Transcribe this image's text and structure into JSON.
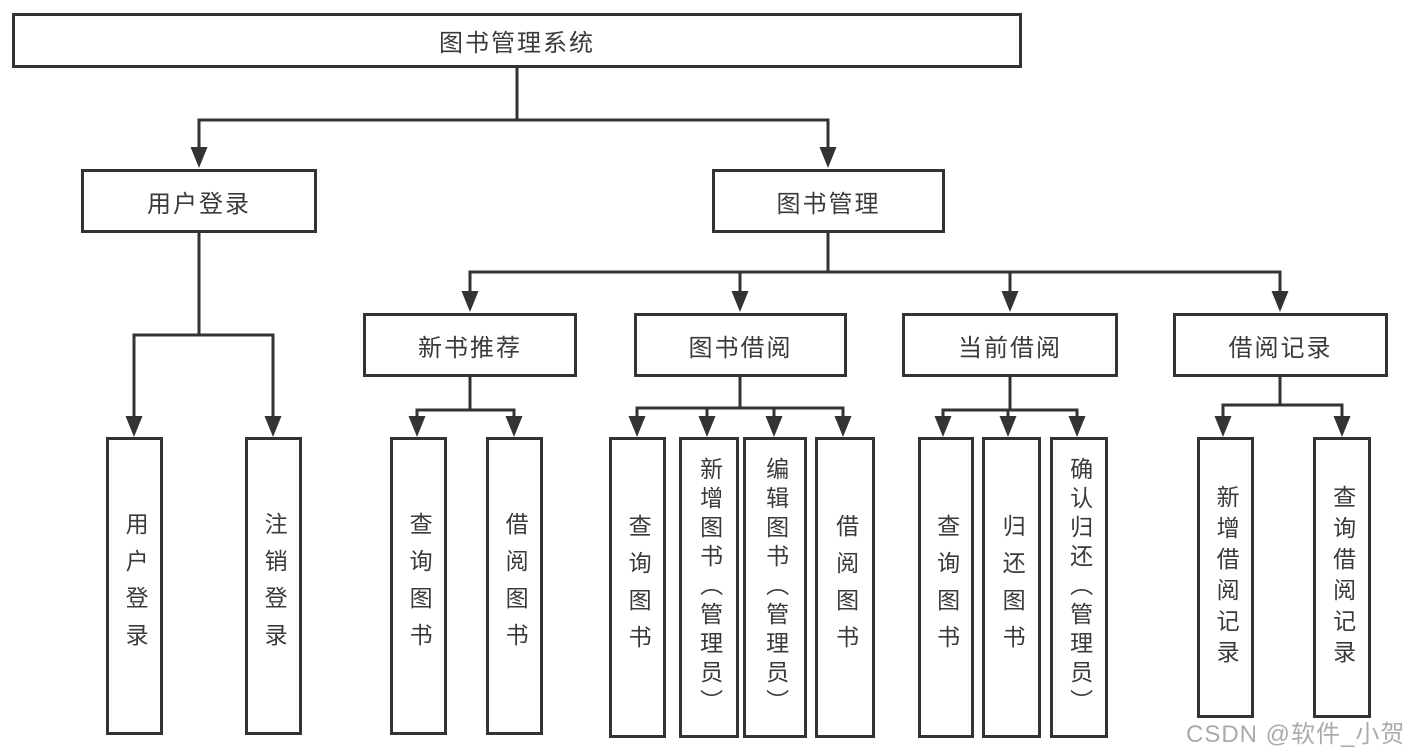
{
  "diagram": {
    "root": {
      "label": "图书管理系统"
    },
    "level1": {
      "user_login": {
        "label": "用户登录"
      },
      "book_management": {
        "label": "图书管理"
      }
    },
    "level2": {
      "new_book_recommend": {
        "label": "新书推荐"
      },
      "book_borrow": {
        "label": "图书借阅"
      },
      "current_borrow": {
        "label": "当前借阅"
      },
      "borrow_records": {
        "label": "借阅记录"
      }
    },
    "leaves": {
      "user_login_leaf": {
        "label": "用户登录"
      },
      "logout_leaf": {
        "label": "注销登录"
      },
      "newbook_query": {
        "label": "查询图书"
      },
      "newbook_borrow": {
        "label": "借阅图书"
      },
      "borrow_query": {
        "label": "查询图书"
      },
      "borrow_add": {
        "label": "新增图书（管理员）"
      },
      "borrow_edit": {
        "label": "编辑图书（管理员）"
      },
      "borrow_borrow": {
        "label": "借阅图书"
      },
      "current_query": {
        "label": "查询图书"
      },
      "current_return": {
        "label": "归还图书"
      },
      "current_confirm": {
        "label": "确认归还（管理员）"
      },
      "records_add": {
        "label": "新增借阅记录"
      },
      "records_query": {
        "label": "查询借阅记录"
      }
    }
  },
  "watermark": {
    "text": "CSDN @软件_小贺同学"
  },
  "colors": {
    "line": "#333333",
    "node_border": "#333333",
    "text": "#3a3a3a",
    "watermark": "#ababab",
    "background": "#ffffff"
  }
}
